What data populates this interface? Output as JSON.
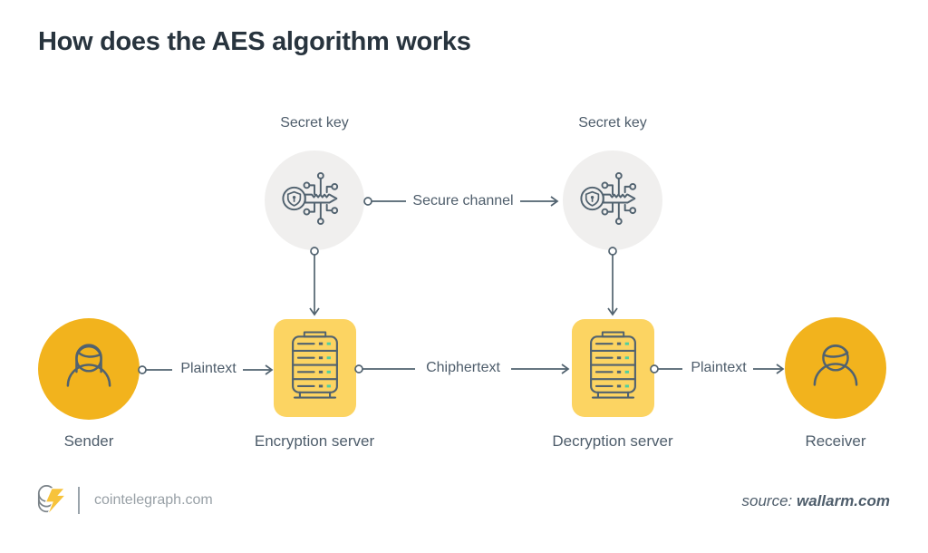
{
  "title": "How does the AES algorithm works",
  "labels": {
    "secret_key_left": "Secret key",
    "secret_key_right": "Secret key",
    "secure_channel": "Secure channel",
    "plaintext_left": "Plaintext",
    "ciphertext": "Chiphertext",
    "plaintext_right": "Plaintext",
    "sender": "Sender",
    "encryption_server": "Encryption server",
    "decryption_server": "Decryption server",
    "receiver": "Receiver"
  },
  "footer": {
    "brand": "cointelegraph.com",
    "source_prefix": "source:",
    "source_name": "wallarm.com"
  },
  "icons": {
    "secret_key_left": "digital-key-icon",
    "secret_key_right": "digital-key-icon",
    "sender": "female-person-icon",
    "receiver": "male-person-icon",
    "encryption_server": "server-rack-icon",
    "decryption_server": "server-rack-icon",
    "brand_logo": "coin-stack-lightning-icon"
  },
  "colors": {
    "title": "#28343E",
    "text": "#4E5D6B",
    "stroke": "#51626F",
    "amber": "#F2B31D",
    "box_yellow": "#FCD462",
    "circle_gray": "#F0EFEE",
    "teal": "#4FCFA0",
    "footer_gray": "#98A0A6",
    "logo_yellow": "#F7C33B"
  }
}
